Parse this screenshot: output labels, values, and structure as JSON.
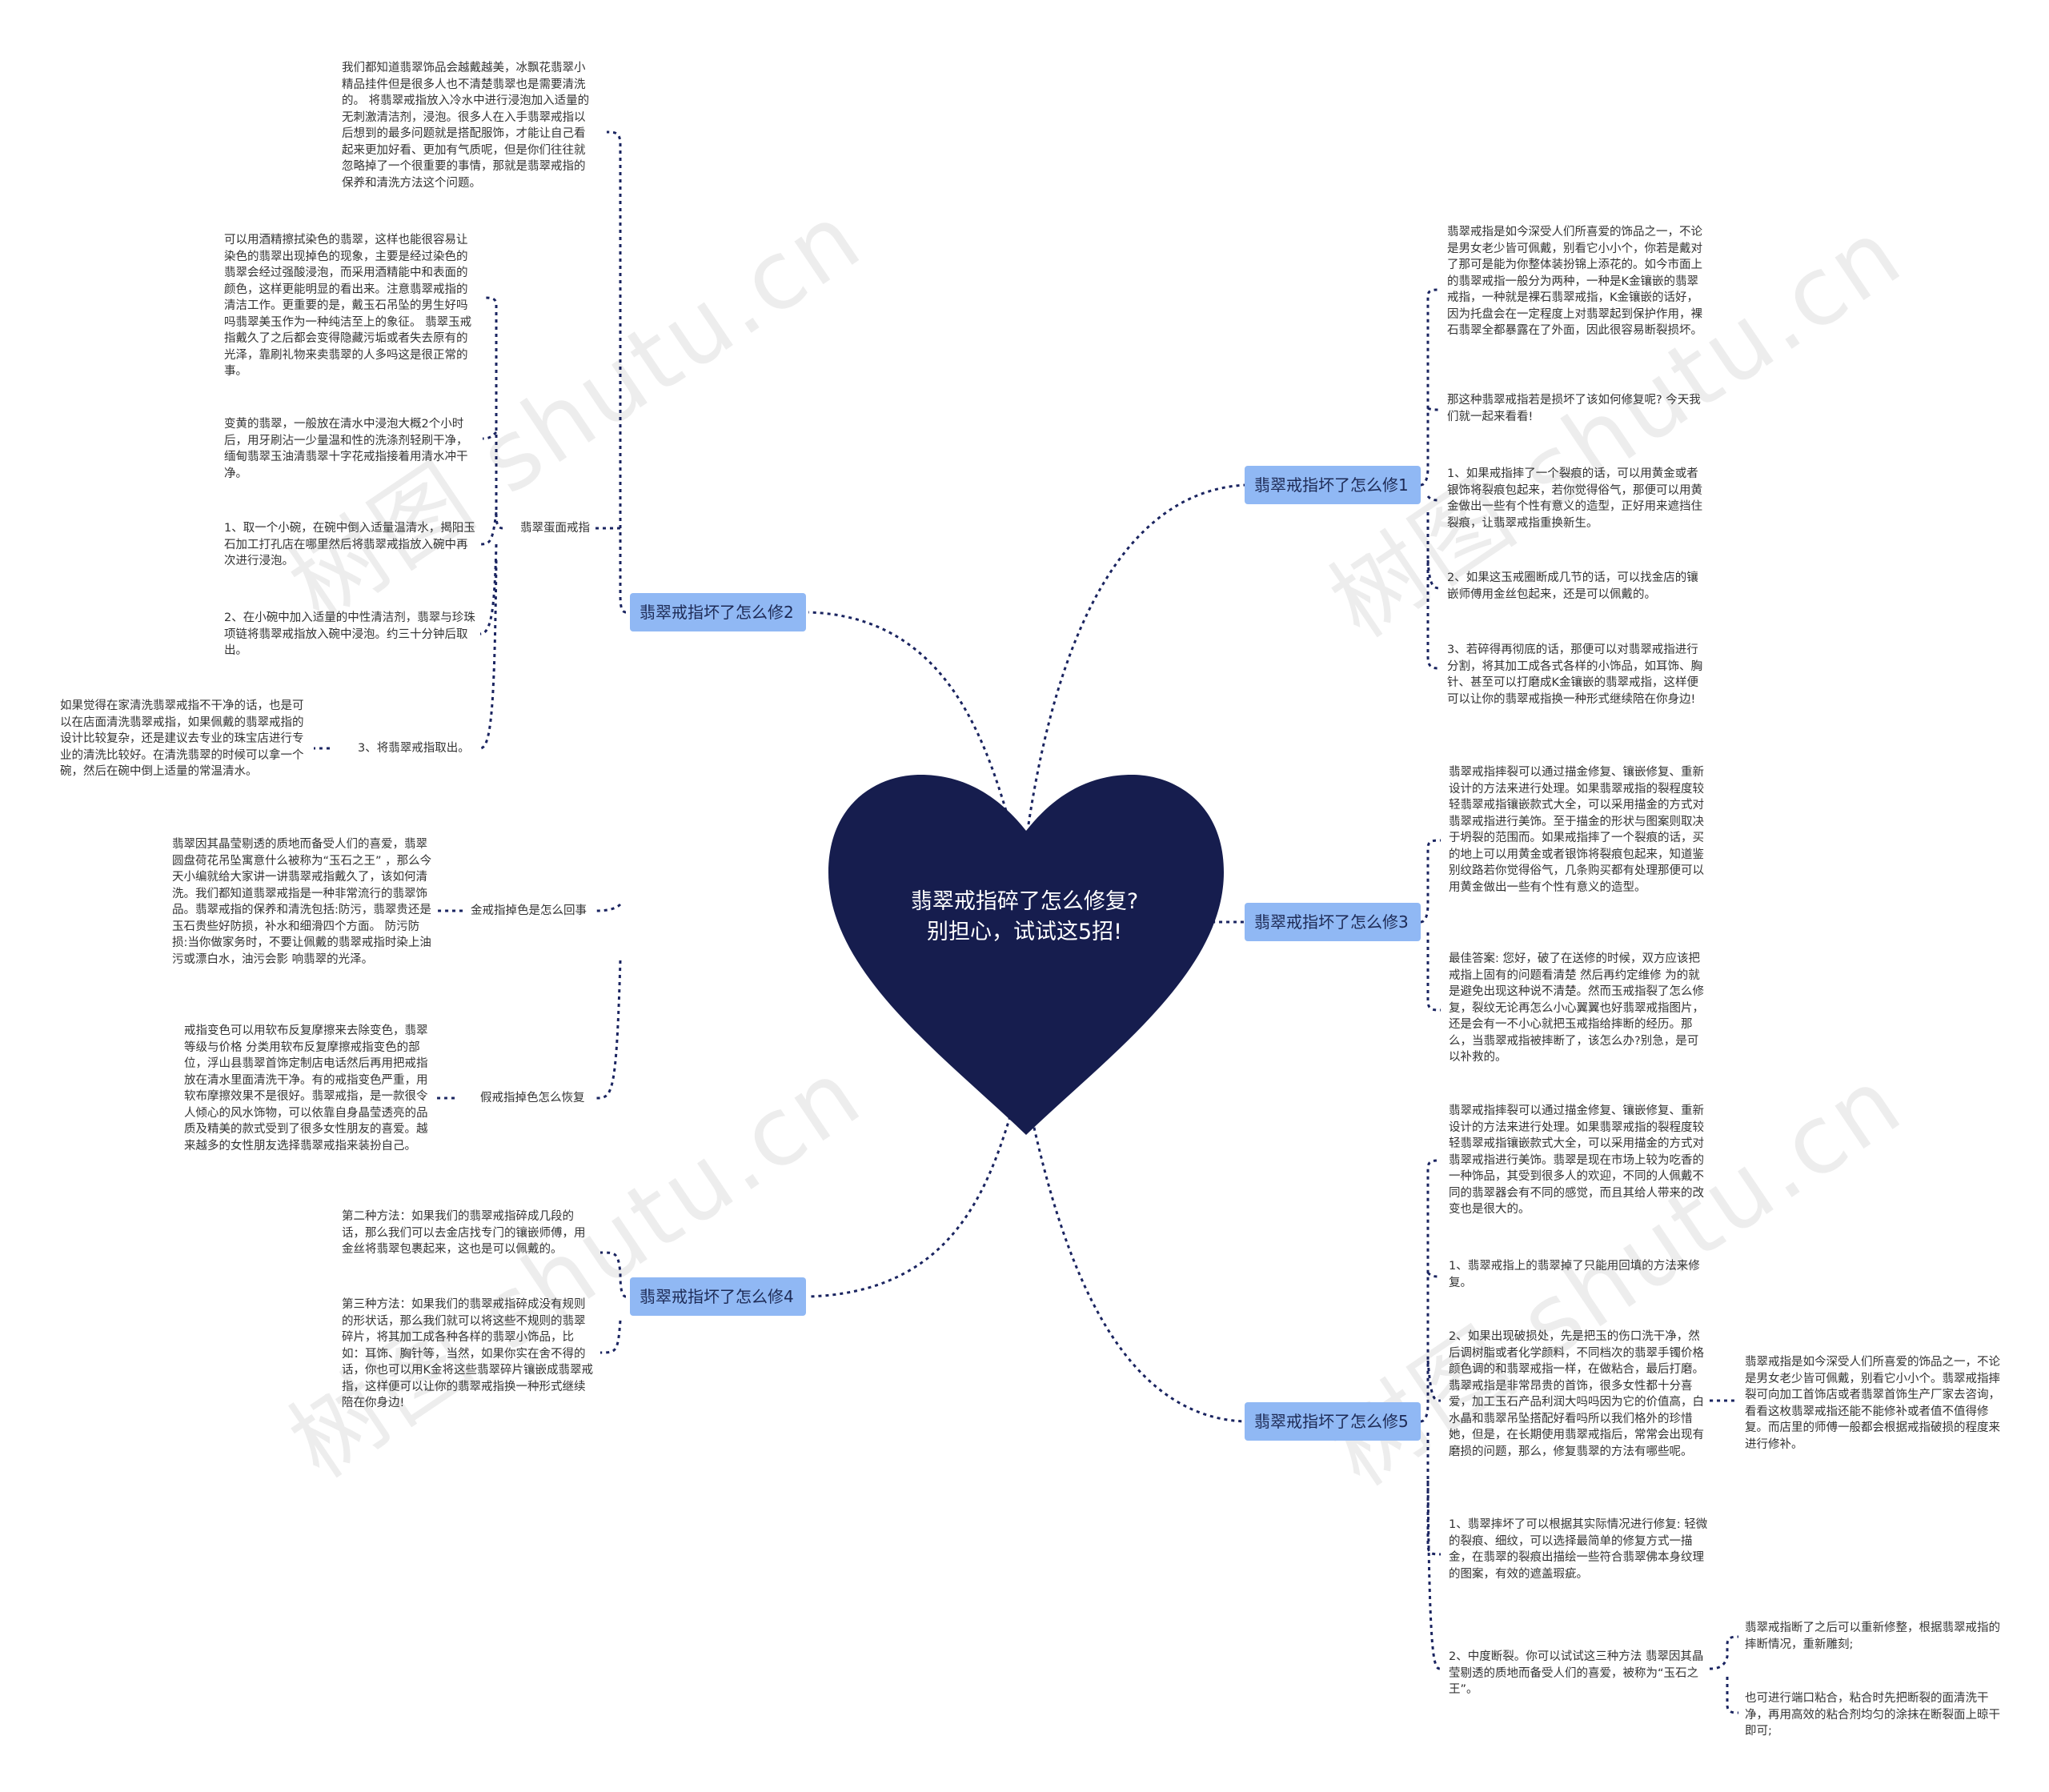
{
  "watermark": "树图 shutu.cn",
  "center": {
    "line1": "翡翠戒指碎了怎么修复?",
    "line2": "别担心，试试这5招!"
  },
  "branches": {
    "b1": "翡翠戒指坏了怎么修1",
    "b2": "翡翠戒指坏了怎么修2",
    "b3": "翡翠戒指坏了怎么修3",
    "b4": "翡翠戒指坏了怎么修4",
    "b5": "翡翠戒指坏了怎么修5"
  },
  "subs": {
    "egg": "翡翠蛋面戒指",
    "step3": "3、将翡翠戒指取出。",
    "fade": "金戒指掉色是怎么回事",
    "fake": "假戒指掉色怎么恢复"
  },
  "leaves": {
    "l2_1": "我们都知道翡翠饰品会越戴越美，冰飘花翡翠小精品挂件但是很多人也不清楚翡翠也是需要清洗的。 将翡翠戒指放入冷水中进行浸泡加入适量的无刺激清洁剂，浸泡。很多人在入手翡翠戒指以后想到的最多问题就是搭配服饰，才能让自己看起来更加好看、更加有气质呢，但是你们往往就忽略掉了一个很重要的事情，那就是翡翠戒指的保养和清洗方法这个问题。",
    "l2_2": "可以用酒精擦拭染色的翡翠，这样也能很容易让染色的翡翠出现掉色的现象，主要是经过染色的翡翠会经过强酸浸泡，而采用酒精能中和表面的颜色，这样更能明显的看出来。注意翡翠戒指的清洁工作。更重要的是，戴玉石吊坠的男生好吗吗翡翠美玉作为一种纯洁至上的象征。 翡翠玉戒指戴久了之后都会变得隐藏污垢或者失去原有的光泽，靠刷礼物来卖翡翠的人多吗这是很正常的事。",
    "l2_3": "变黄的翡翠，一般放在清水中浸泡大概2个小时后，用牙刷沾一少量温和性的洗涤剂轻刷干净，缅甸翡翠玉油清翡翠十字花戒指接着用清水冲干净。",
    "l2_4": "1、取一个小碗，在碗中倒入适量温清水，揭阳玉石加工打孔店在哪里然后将翡翠戒指放入碗中再次进行浸泡。",
    "l2_5": "2、在小碗中加入适量的中性清洁剂，翡翠与珍珠项链将翡翠戒指放入碗中浸泡。约三十分钟后取出。",
    "l2_6": "如果觉得在家清洗翡翠戒指不干净的话，也是可以在店面清洗翡翠戒指，如果佩戴的翡翠戒指的设计比较复杂，还是建议去专业的珠宝店进行专业的清洗比较好。在清洗翡翠的时候可以拿一个碗，然后在碗中倒上适量的常温清水。",
    "l2_7": "翡翠因其晶莹剔透的质地而备受人们的喜爱，翡翠圆盘荷花吊坠寓意什么被称为“玉石之王” ，那么今天小编就给大家讲一讲翡翠戒指戴久了，该如何清洗。我们都知道翡翠戒指是一种非常流行的翡翠饰品。翡翠戒指的保养和清洗包括:防污，翡翠贵还是玉石贵些好防损，补水和细滑四个方面。 防污防损:当你做家务时，不要让佩戴的翡翠戒指时染上油污或漂白水，油污会影 响翡翠的光泽。",
    "l2_8": "戒指变色可以用软布反复摩擦来去除变色，翡翠等级与价格 分类用软布反复摩擦戒指变色的部位，浮山县翡翠首饰定制店电话然后再用把戒指放在清水里面清洗干净。有的戒指变色严重，用软布摩擦效果不是很好。翡翠戒指，是一款很令人倾心的风水饰物，可以依靠自身晶莹透亮的品质及精美的款式受到了很多女性朋友的喜爱。越来越多的女性朋友选择翡翠戒指来装扮自己。",
    "l4_1": "第二种方法：如果我们的翡翠戒指碎成几段的话，那么我们可以去金店找专门的镶嵌师傅，用金丝将翡翠包裹起来，这也是可以佩戴的。",
    "l4_2": "第三种方法：如果我们的翡翠戒指碎成没有规则的形状话，那么我们就可以将这些不规则的翡翠碎片，将其加工成各种各样的翡翠小饰品，比如：耳饰、胸针等，当然，如果你实在舍不得的话，你也可以用K金将这些翡翠碎片镶嵌成翡翠戒指，这样便可以让你的翡翠戒指换一种形式继续陪在你身边!",
    "l1_1": "翡翠戒指是如今深受人们所喜爱的饰品之一，不论是男女老少皆可佩戴，别看它小小个，你若是戴对了那可是能为你整体装扮锦上添花的。如今市面上的翡翠戒指一般分为两种，一种是K金镶嵌的翡翠戒指，一种就是裸石翡翠戒指，K金镶嵌的话好，因为托盘会在一定程度上对翡翠起到保护作用，裸石翡翠全都暴露在了外面，因此很容易断裂损坏。",
    "l1_2": "那这种翡翠戒指若是损坏了该如何修复呢? 今天我们就一起来看看!",
    "l1_3": "1、如果戒指摔了一个裂痕的话，可以用黄金或者银饰将裂痕包起来，若你觉得俗气，那便可以用黄金做出一些有个性有意义的造型，正好用来遮挡住裂痕，让翡翠戒指重换新生。",
    "l1_4": "2、如果这玉戒圈断成几节的话，可以找金店的镶嵌师傅用金丝包起来，还是可以佩戴的。",
    "l1_5": "3、若碎得再彻底的话，那便可以对翡翠戒指进行分割，将其加工成各式各样的小饰品，如耳饰、胸针、甚至可以打磨成K金镶嵌的翡翠戒指，这样便可以让你的翡翠戒指换一种形式继续陪在你身边!",
    "l3_1": "翡翠戒指摔裂可以通过描金修复、镶嵌修复、重新设计的方法来进行处理。如果翡翠戒指的裂程度较轻翡翠戒指镶嵌款式大全，可以采用描金的方式对翡翠戒指进行美饰。至于描金的形状与图案则取决于坍裂的范围而。如果戒指摔了一个裂痕的话，买的地上可以用黄金或者银饰将裂痕包起来，知道鉴别纹路若你觉得俗气，几条购买都有处理那便可以用黄金做出一些有个性有意义的造型。",
    "l3_2": "最佳答案: 您好，破了在送修的时候，双方应该把戒指上固有的问题看清楚 然后再约定维修 为的就是避免出现这种说不清楚。然而玉戒指裂了怎么修复，裂纹无论再怎么小心翼翼也好翡翠戒指图片，还是会有一不小心就把玉戒指给摔断的经历。那么，当翡翠戒指被摔断了，该怎么办?别急，是可以补救的。",
    "l5_1": "翡翠戒指摔裂可以通过描金修复、镶嵌修复、重新设计的方法来进行处理。如果翡翠戒指的裂程度较轻翡翠戒指镶嵌款式大全，可以采用描金的方式对翡翠戒指进行美饰。翡翠是现在市场上较为吃香的一种饰品，其受到很多人的欢迎，不同的人佩戴不同的翡翠器会有不同的感觉，而且其给人带来的改变也是很大的。",
    "l5_2": "1、翡翠戒指上的翡翠掉了只能用回填的方法来修复。",
    "l5_3": "2、如果出现破损处，先是把玉的伤口洗干净，然后调树脂或者化学颜料，不同档次的翡翠手镯价格颜色调的和翡翠戒指一样，在做粘合，最后打磨。翡翠戒指是非常昂贵的首饰，很多女性都十分喜爱，加工玉石产品利润大吗吗因为它的价值高，白水晶和翡翠吊坠搭配好看吗所以我们格外的珍惜她，但是，在长期使用翡翠戒指后，常常会出现有磨损的问题，那么，修复翡翠的方法有哪些呢。",
    "l5_3c": "翡翠戒指是如今深受人们所喜爱的饰品之一，不论是男女老少皆可佩戴，别看它小小个。翡翠戒指摔裂可向加工首饰店或者翡翠首饰生产厂家去咨询，看看这枚翡翠戒指还能不能修补或者值不值得修复。而店里的师傅一般都会根据戒指破损的程度来进行修补。",
    "l5_4": "1、翡翠摔坏了可以根据其实际情况进行修复: 轻微的裂痕、细纹，可以选择最简单的修复方式一描金，在翡翠的裂痕出描绘一些符合翡翠佛本身纹理的图案，有效的遮盖瑕疵。",
    "l5_5": "2、中度断裂。你可以试试这三种方法 翡翠因其晶莹剔透的质地而备受人们的喜爱，被称为“玉石之王”。",
    "l5_5a": "翡翠戒指断了之后可以重新修整，根据翡翠戒指的摔断情况，重新雕刻;",
    "l5_5b": "也可进行端口粘合，粘合时先把断裂的面清洗干净，再用高效的粘合剂均匀的涂抹在断裂面上晾干即可;"
  },
  "colors": {
    "heart": "#161d4e",
    "branch_fill": "#90b8f4",
    "line": "#1a2460"
  }
}
